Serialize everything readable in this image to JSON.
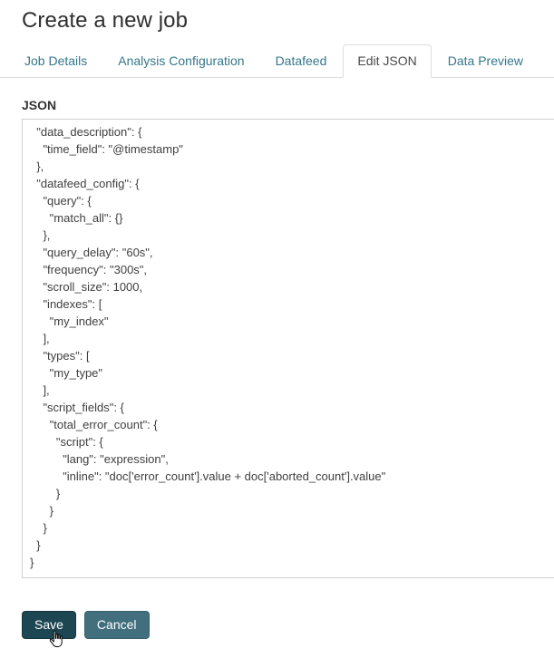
{
  "page": {
    "title": "Create a new job"
  },
  "tabs": [
    {
      "label": "Job Details",
      "active": false
    },
    {
      "label": "Analysis Configuration",
      "active": false
    },
    {
      "label": "Datafeed",
      "active": false
    },
    {
      "label": "Edit JSON",
      "active": true
    },
    {
      "label": "Data Preview",
      "active": false
    }
  ],
  "editor": {
    "label": "JSON",
    "json_text": "  \"data_description\": {\n    \"time_field\": \"@timestamp\"\n  },\n  \"datafeed_config\": {\n    \"query\": {\n      \"match_all\": {}\n    },\n    \"query_delay\": \"60s\",\n    \"frequency\": \"300s\",\n    \"scroll_size\": 1000,\n    \"indexes\": [\n      \"my_index\"\n    ],\n    \"types\": [\n      \"my_type\"\n    ],\n    \"script_fields\": {\n      \"total_error_count\": {\n        \"script\": {\n          \"lang\": \"expression\",\n          \"inline\": \"doc['error_count'].value + doc['aborted_count'].value\"\n        }\n      }\n    }\n  }\n}"
  },
  "actions": {
    "save_label": "Save",
    "cancel_label": "Cancel"
  },
  "icons": {
    "cursor": "hand-pointer-icon"
  },
  "colors": {
    "tab_link": "#35778c",
    "save_bg": "#1d4653",
    "cancel_bg": "#416f7d",
    "border": "#dddddd"
  }
}
